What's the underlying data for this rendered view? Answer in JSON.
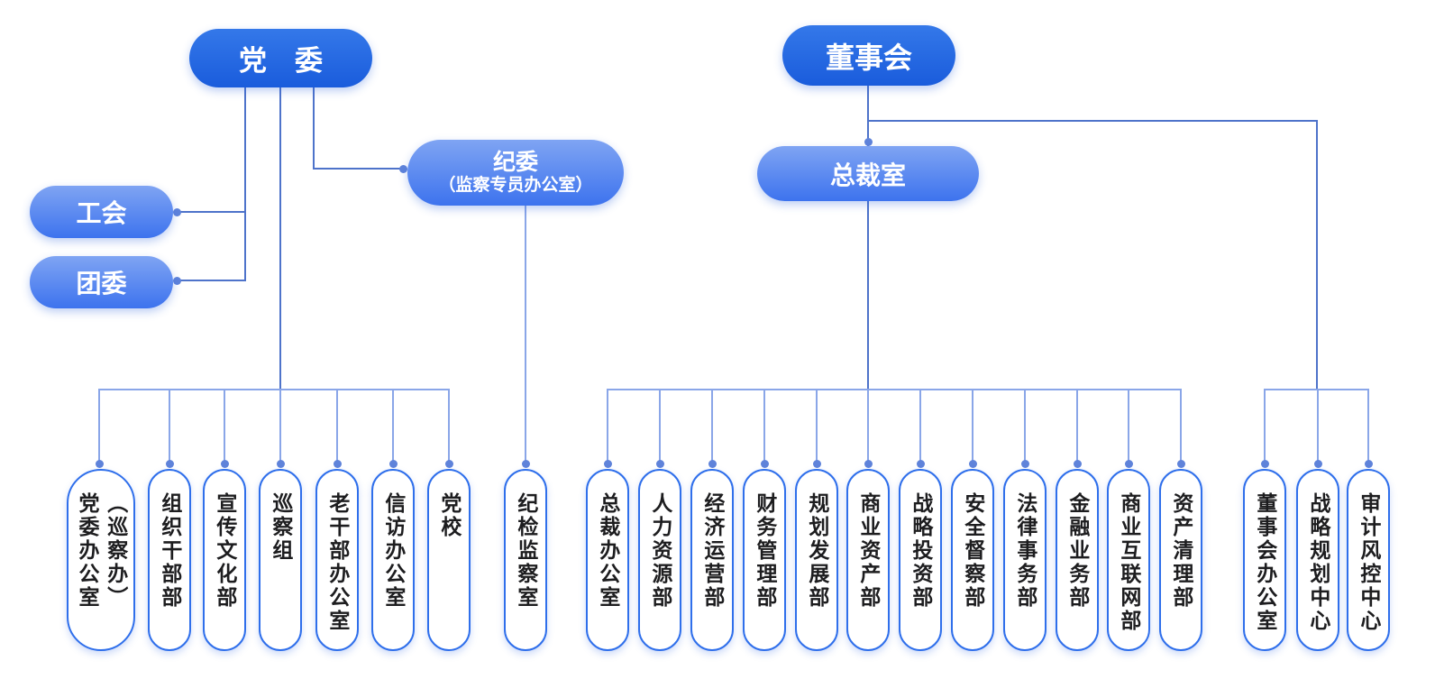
{
  "org": {
    "party_committee": {
      "label": "党　委"
    },
    "board": {
      "label": "董事会"
    },
    "discipline_committee": {
      "line1": "纪委",
      "line2": "（监察专员办公室）"
    },
    "president_office": {
      "label": "总裁室"
    },
    "labor_union": {
      "label": "工会"
    },
    "youth_league": {
      "label": "团委"
    },
    "party_departments": [
      "党委办公室（巡察办）",
      "组织干部部",
      "宣传文化部",
      "巡察组",
      "老干部办公室",
      "信访办公室",
      "党校"
    ],
    "discipline_departments": [
      "纪检监察室"
    ],
    "president_departments": [
      "总裁办公室",
      "人力资源部",
      "经济运营部",
      "财务管理部",
      "规划发展部",
      "商业资产部",
      "战略投资部",
      "安全督察部",
      "法律事务部",
      "金融业务部",
      "商业互联网部",
      "资产清理部"
    ],
    "board_departments": [
      "董事会办公室",
      "战略规划中心",
      "审计风控中心"
    ]
  },
  "colors": {
    "dark_pill_top": "#3478E9",
    "dark_pill_bottom": "#1A5CDC",
    "light_pill_top": "#7FA4F3",
    "light_pill_bottom": "#3D73EE",
    "white_pill_border": "#2F6FEB",
    "trunk_line": "#4E73CA",
    "branch_line": "#8AA6E8",
    "dot": "#5F83DA"
  }
}
